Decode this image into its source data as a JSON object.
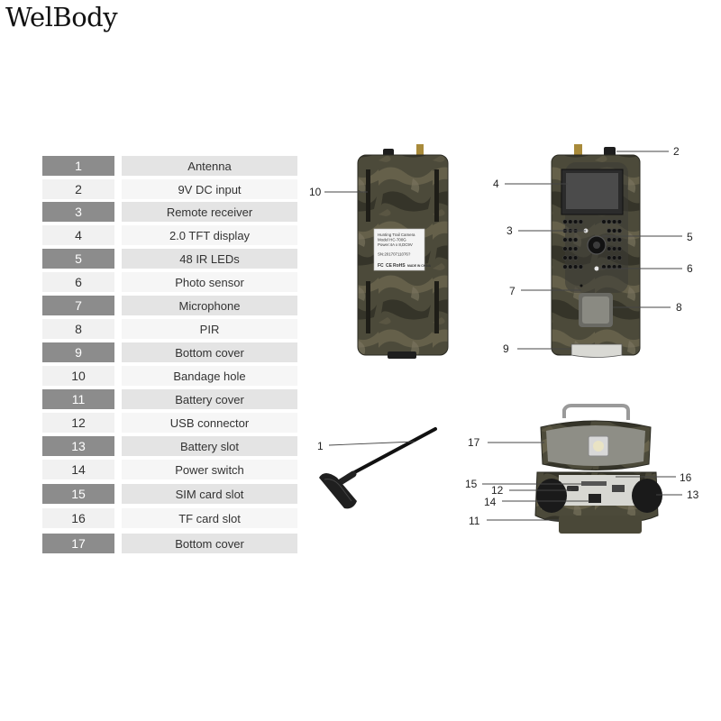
{
  "brand": {
    "logo_text": "WelBody"
  },
  "parts": [
    {
      "num": "1",
      "name": "Antenna"
    },
    {
      "num": "2",
      "name": "9V DC input"
    },
    {
      "num": "3",
      "name": "Remote receiver"
    },
    {
      "num": "4",
      "name": "2.0 TFT display"
    },
    {
      "num": "5",
      "name": "48 IR LEDs"
    },
    {
      "num": "6",
      "name": "Photo sensor"
    },
    {
      "num": "7",
      "name": "Microphone"
    },
    {
      "num": "8",
      "name": "PIR"
    },
    {
      "num": "9",
      "name": "Bottom cover"
    },
    {
      "num": "10",
      "name": "Bandage hole"
    },
    {
      "num": "11",
      "name": "Battery cover"
    },
    {
      "num": "12",
      "name": "USB connector"
    },
    {
      "num": "13",
      "name": "Battery slot"
    },
    {
      "num": "14",
      "name": "Power switch"
    },
    {
      "num": "15",
      "name": "SIM card slot"
    },
    {
      "num": "16",
      "name": "TF card slot"
    },
    {
      "num": "17",
      "name": "Bottom cover"
    }
  ],
  "back_label": {
    "lines": [
      "Hunting Trail Camera",
      "Model HC-700G",
      "Power:4A x 8,DC9V",
      "",
      "SN:20170711076?"
    ],
    "marks": [
      "FC",
      "CE",
      "RoHS",
      "MADE IN CHINA"
    ]
  },
  "callouts": {
    "c1": "1",
    "c2": "2",
    "c3": "3",
    "c4": "4",
    "c5": "5",
    "c6": "6",
    "c7": "7",
    "c8": "8",
    "c9": "9",
    "c10": "10",
    "c11": "11",
    "c12": "12",
    "c13": "13",
    "c14": "14",
    "c15": "15",
    "c16": "16",
    "c17": "17"
  },
  "colors": {
    "camo_base": "#4c4a3a",
    "camo_dark": "#2d2c22",
    "camo_light": "#6f6a52",
    "header_gray": "#8c8c8c",
    "row_light": "#e4e4e4"
  }
}
